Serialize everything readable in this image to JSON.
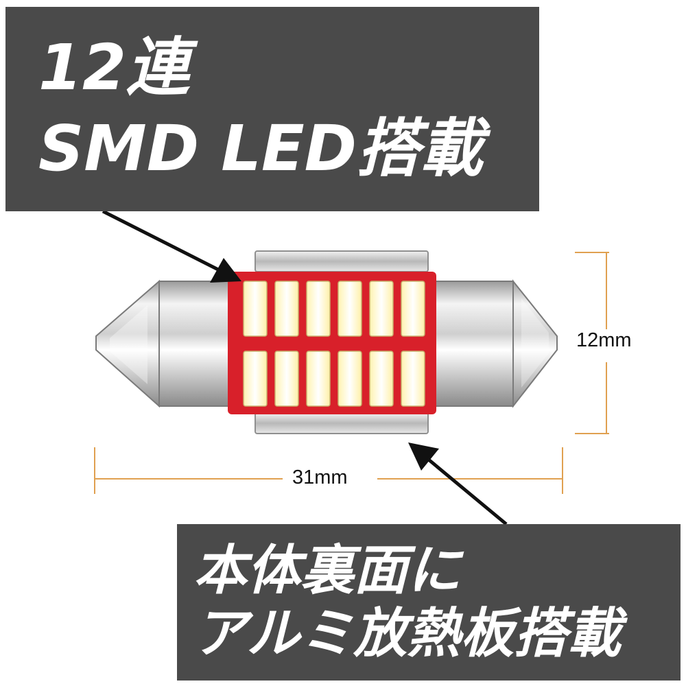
{
  "banner_top": {
    "line1": "12連",
    "line2": "SMD LED搭載"
  },
  "banner_bottom": {
    "line1": "本体裏面に",
    "line2": "アルミ放熱板搭載"
  },
  "dimensions": {
    "height": "12mm",
    "width": "31mm"
  },
  "colors": {
    "banner": "#4a4a4a",
    "banner_text": "#ffffff",
    "pcb": "#d8202a",
    "led": "#fff6c4",
    "dimension_line": "#e0a050",
    "metal": "#c8c8c8"
  },
  "product": {
    "led_count": 12
  }
}
